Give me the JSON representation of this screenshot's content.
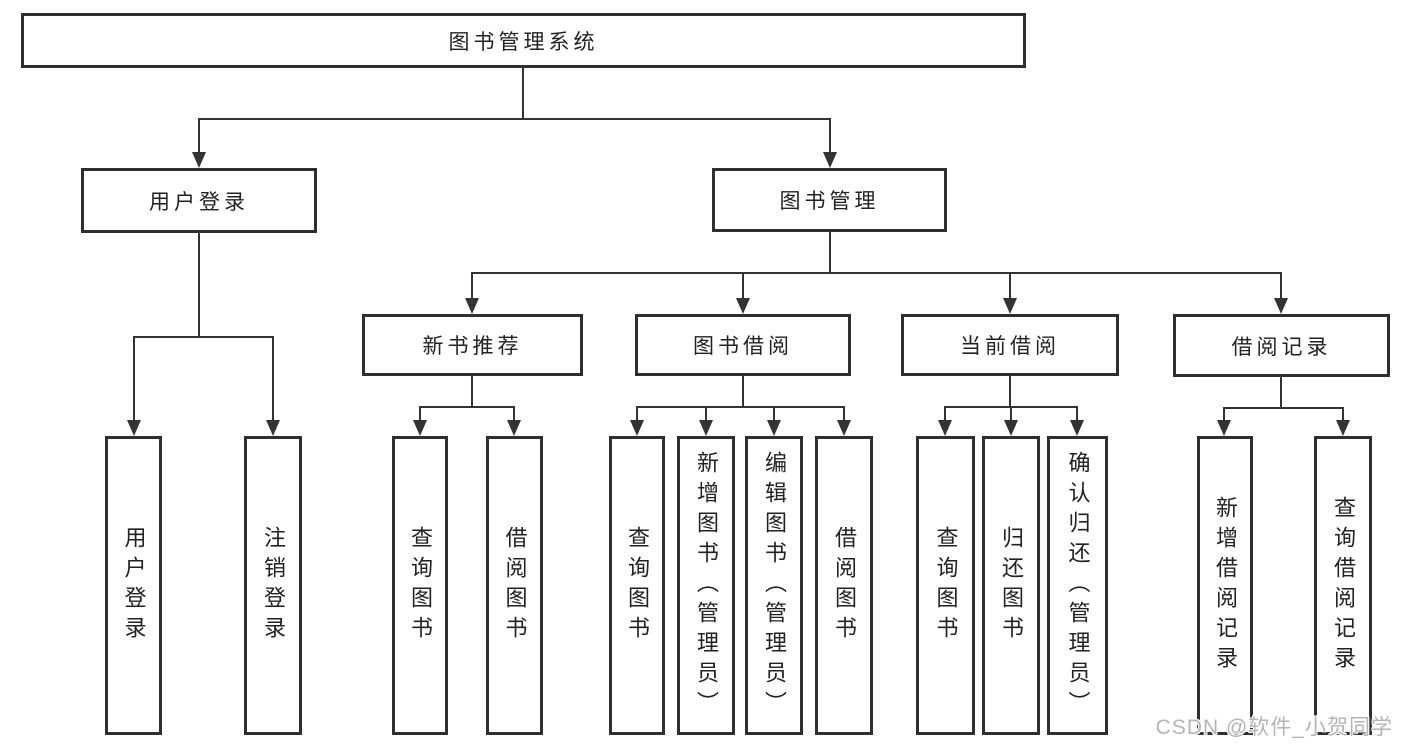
{
  "nodes": {
    "root": {
      "label": "图书管理系统"
    },
    "level2": {
      "user_login": {
        "label": "用户登录"
      },
      "book_management": {
        "label": "图书管理"
      }
    },
    "level3": {
      "new_book_recommend": {
        "label": "新书推荐"
      },
      "book_borrowing": {
        "label": "图书借阅"
      },
      "current_borrowing": {
        "label": "当前借阅"
      },
      "borrow_records": {
        "label": "借阅记录"
      }
    },
    "leaves": {
      "user_login": {
        "label": "用户登录"
      },
      "logout": {
        "label": "注销登录"
      },
      "nbr_query_books": {
        "label": "查询图书"
      },
      "nbr_borrow_books": {
        "label": "借阅图书"
      },
      "bb_query_books": {
        "label": "查询图书"
      },
      "bb_add_books": {
        "label": "新增图书（管理员）"
      },
      "bb_edit_books": {
        "label": "编辑图书（管理员）"
      },
      "bb_borrow_books": {
        "label": "借阅图书"
      },
      "cb_query_books": {
        "label": "查询图书"
      },
      "cb_return_books": {
        "label": "归还图书"
      },
      "cb_confirm_return": {
        "label": "确认归还（管理员）"
      },
      "br_add_record": {
        "label": "新增借阅记录"
      },
      "br_query_record": {
        "label": "查询借阅记录"
      }
    }
  },
  "hierarchy": {
    "图书管理系统": {
      "用户登录": [
        "用户登录",
        "注销登录"
      ],
      "图书管理": {
        "新书推荐": [
          "查询图书",
          "借阅图书"
        ],
        "图书借阅": [
          "查询图书",
          "新增图书（管理员）",
          "编辑图书（管理员）",
          "借阅图书"
        ],
        "当前借阅": [
          "查询图书",
          "归还图书",
          "确认归还（管理员）"
        ],
        "借阅记录": [
          "新增借阅记录",
          "查询借阅记录"
        ]
      }
    }
  },
  "watermark": {
    "text": "CSDN @软件_小贺同学"
  },
  "colors": {
    "line": "#333333",
    "box_border": "#2f2f2f",
    "text": "#222222",
    "watermark": "#b5b5b5",
    "background": "#ffffff"
  }
}
